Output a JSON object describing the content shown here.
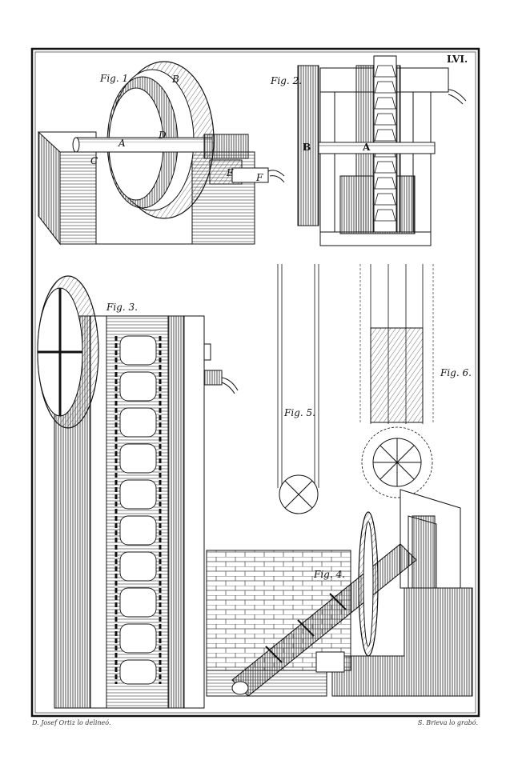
{
  "plate": {
    "number": "LVI.",
    "ink_color": "#111111",
    "paper_color": "#ffffff"
  },
  "figures": {
    "fig1": {
      "label": "Fig. 1.",
      "letters": [
        "A",
        "B",
        "C",
        "D",
        "E",
        "F"
      ]
    },
    "fig2": {
      "label": "Fig. 2.",
      "letters": [
        "A",
        "B"
      ]
    },
    "fig3": {
      "label": "Fig. 3."
    },
    "fig4": {
      "label": "Fig. 4."
    },
    "fig5": {
      "label": "Fig. 5."
    },
    "fig6": {
      "label": "Fig. 6."
    }
  },
  "credits": {
    "left": "D. Josef Ortiz lo delineó.",
    "right": "S. Brieva lo grabó."
  }
}
